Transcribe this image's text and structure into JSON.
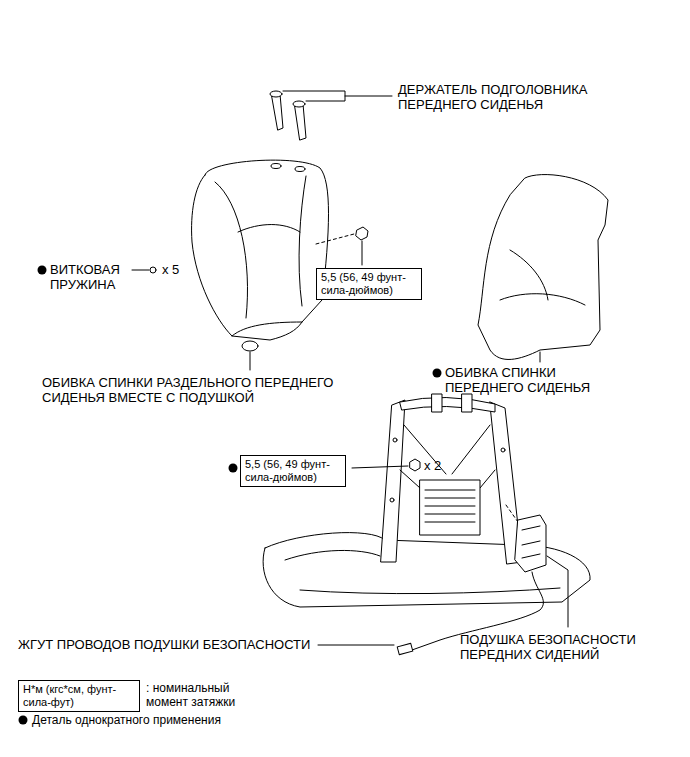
{
  "diagram": {
    "nodes": [
      {
        "text": [
          "5,5 (56, 49 фунт-сила-дюймов)"
        ]
      },
      {
        "text": [
          "5,5 (56, 49 фунт-сила-дюймов)"
        ]
      },
      {
        "text": [
          "Н*м (кгс*см, фунт-сила-фут)"
        ]
      }
    ],
    "labels": [
      "ДЕРЖАТЕЛЬ ПОДГОЛОВНИКА ПЕРЕДНЕГО СИДЕНЬЯ",
      "ВИТКОВАЯ ПРУЖИНА",
      "x 5",
      "ОБИВКА СПИНКИ РАЗДЕЛЬНОГО ПЕРЕДНЕГО СИДЕНЬЯ ВМЕСТЕ С ПОДУШКОЙ",
      "ОБИВКА СПИНКИ ПЕРЕДНЕГО СИДЕНЬЯ",
      "x 2",
      "ЖГУТ ПРОВОДОВ ПОДУШКИ БЕЗОПАСНОСТИ",
      "ПОДУШКА БЕЗОПАСНОСТИ ПЕРЕДНИХ СИДЕНИЙ"
    ],
    "legend": [
      {
        "text": ": номинальный момент затяжки"
      },
      {
        "text": "Деталь однократного применения"
      }
    ]
  }
}
